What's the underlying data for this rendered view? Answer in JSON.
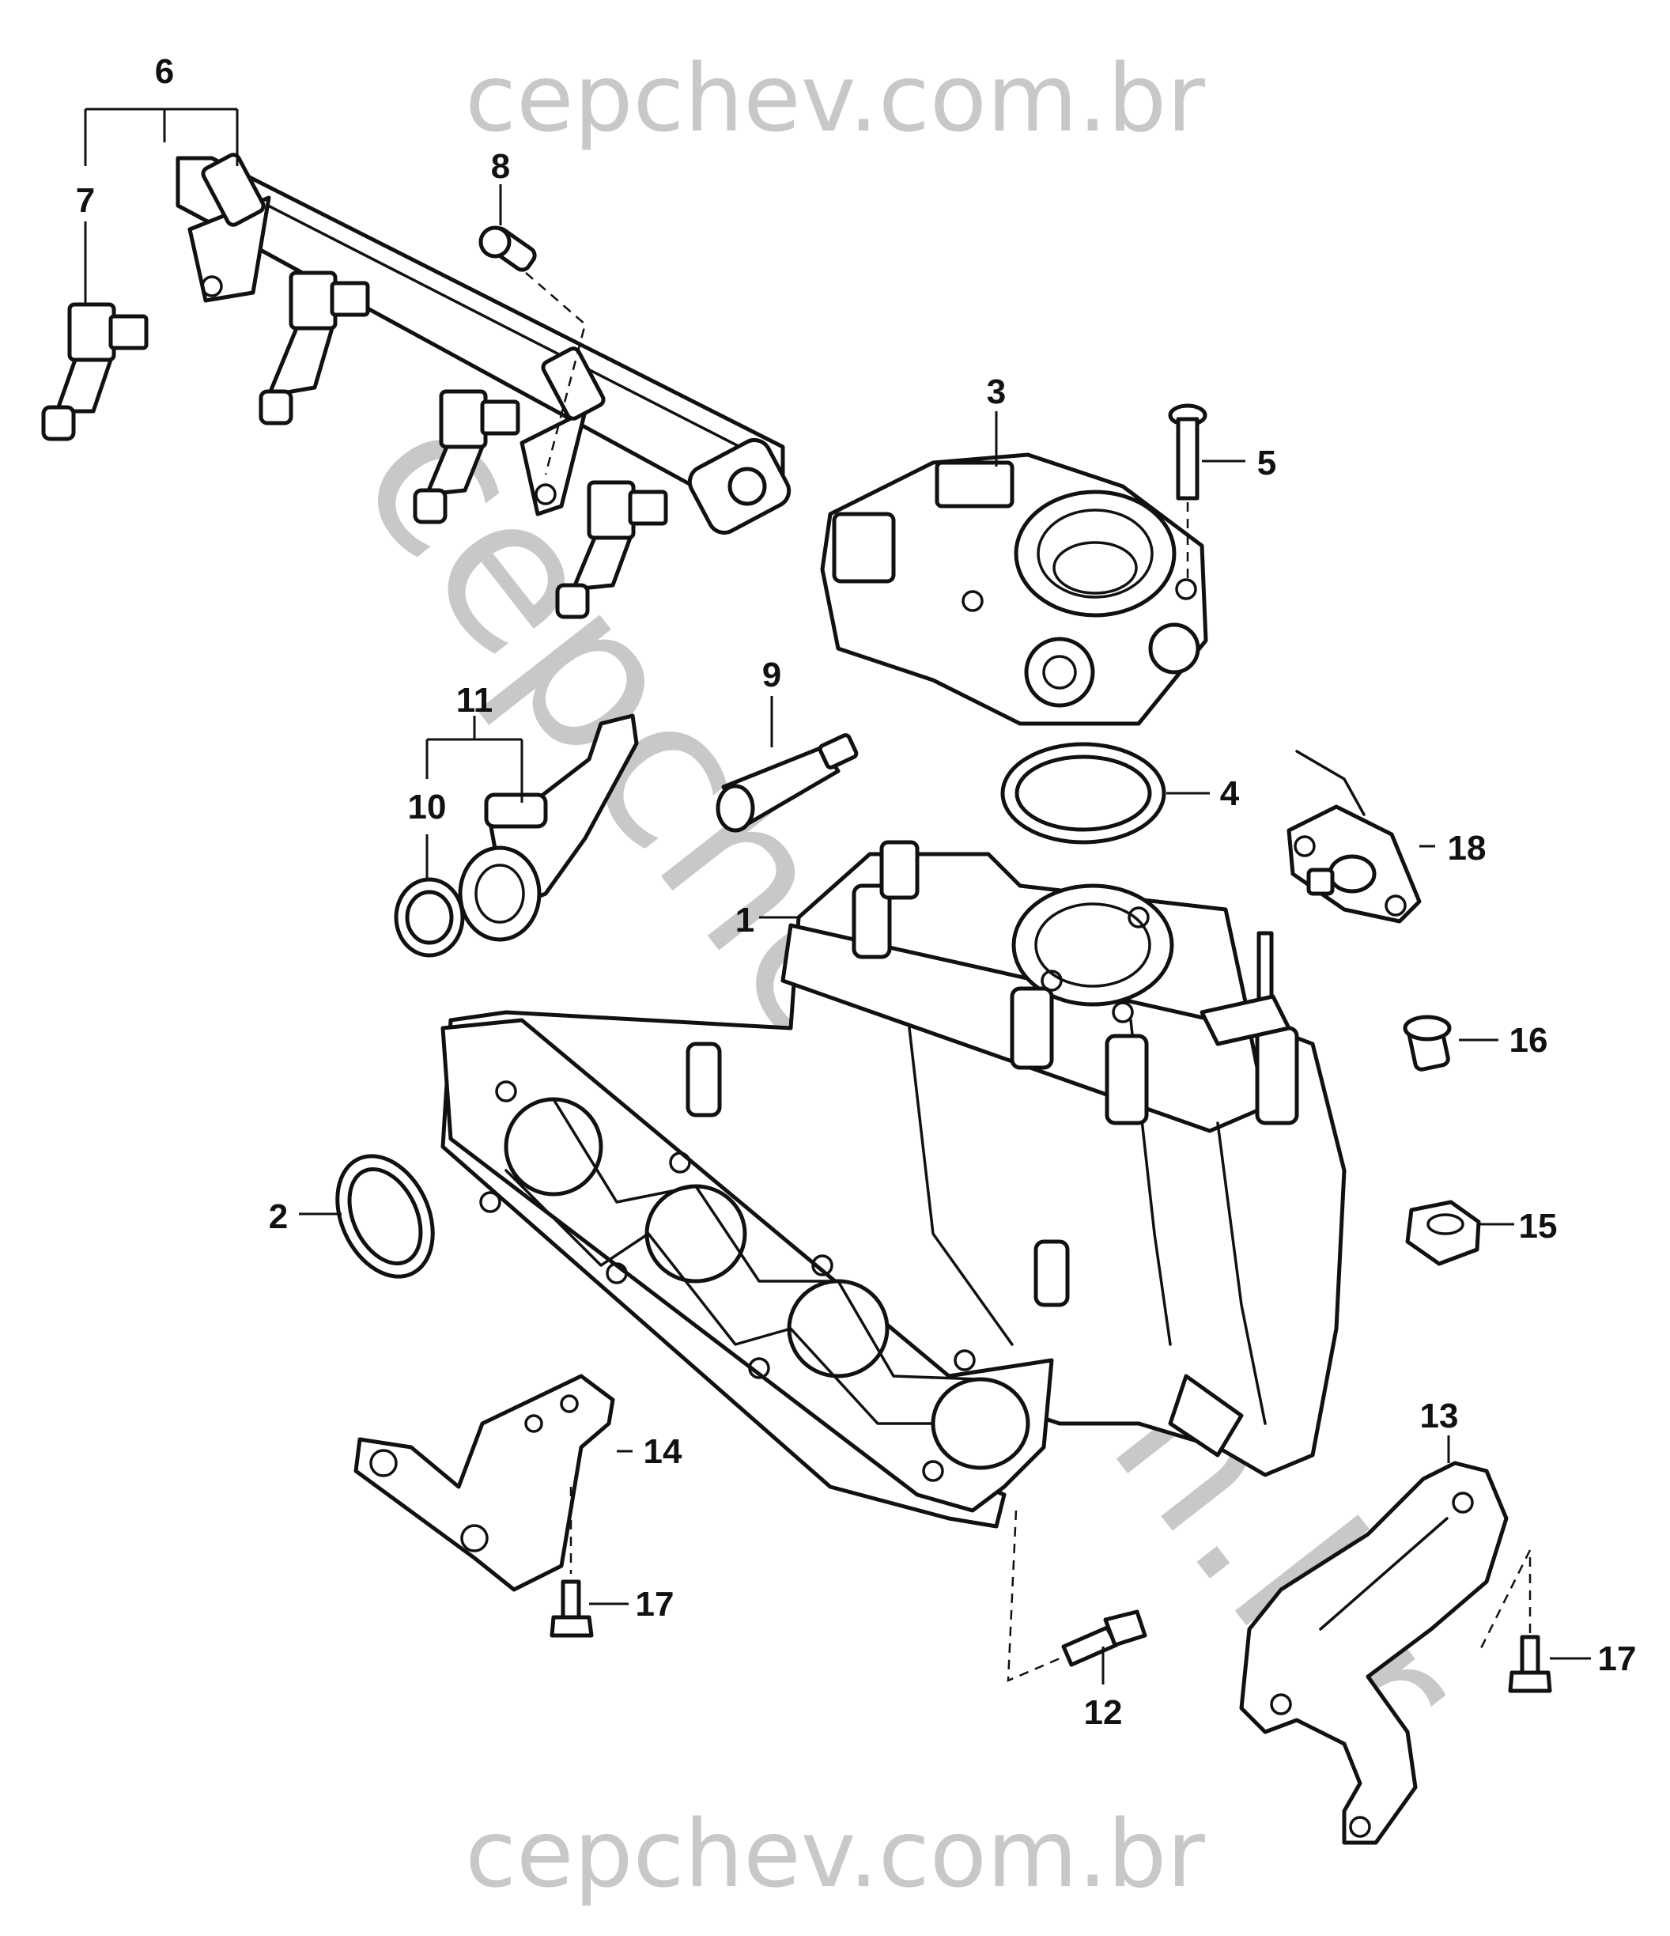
{
  "watermark": {
    "top": "cepchev.com.br",
    "diagonal": "cepchev.com.br",
    "bottom": "cepchev.com.br",
    "color": "#c8c8c8"
  },
  "callouts": {
    "c1": "1",
    "c2": "2",
    "c3": "3",
    "c4": "4",
    "c5": "5",
    "c6": "6",
    "c7": "7",
    "c8": "8",
    "c9": "9",
    "c10": "10",
    "c11": "11",
    "c12": "12",
    "c13": "13",
    "c14": "14",
    "c15": "15",
    "c16": "16",
    "c17a": "17",
    "c17b": "17",
    "c18": "18"
  }
}
